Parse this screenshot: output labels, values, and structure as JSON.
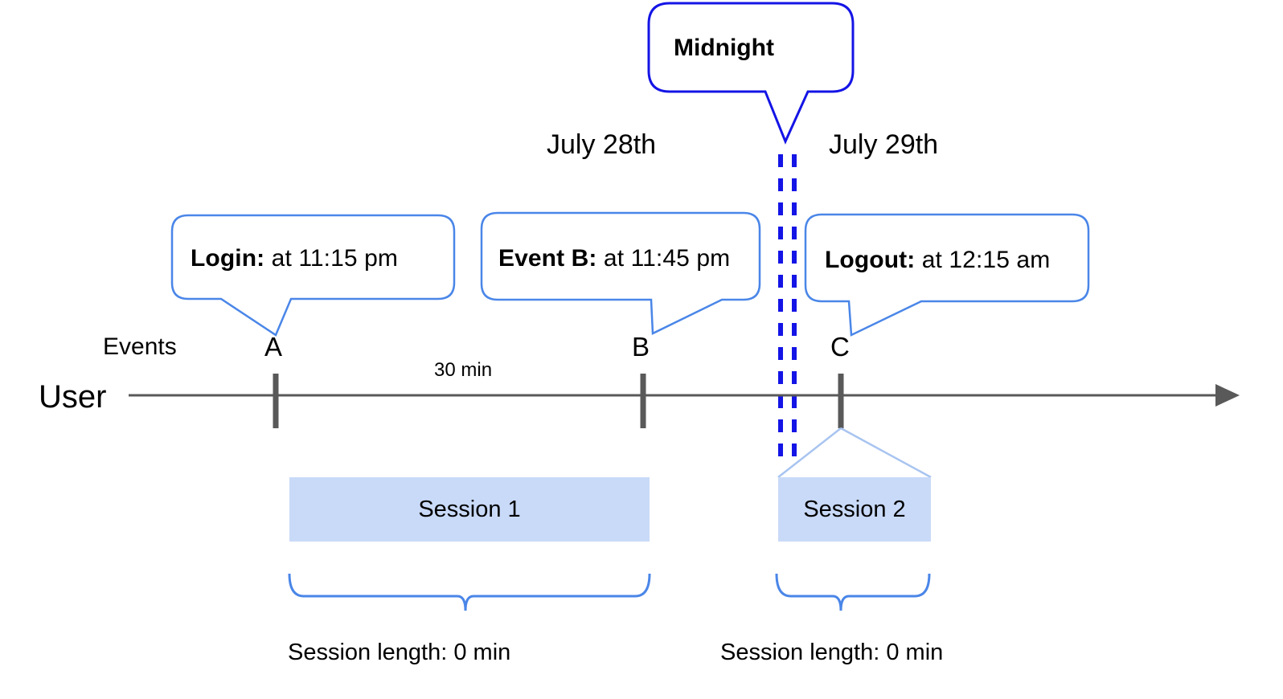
{
  "diagram": {
    "title_callout": {
      "label": "Midnight",
      "border_color": "#1414e6"
    },
    "dates": [
      {
        "label": "July 28th"
      },
      {
        "label": "July 29th"
      }
    ],
    "event_callouts": [
      {
        "bold": "Login:",
        "rest": " at 11:15 pm",
        "border_color": "#4a86e8"
      },
      {
        "bold": "Event B:",
        "rest": " at 11:45 pm",
        "border_color": "#4a86e8"
      },
      {
        "bold": "Logout:",
        "rest": " at 12:15 am",
        "border_color": "#4a86e8"
      }
    ],
    "axis": {
      "row_label": "User",
      "events_label": "Events",
      "line_color": "#595959",
      "markers": [
        {
          "label": "A"
        },
        {
          "label": "B"
        },
        {
          "label": "C"
        }
      ],
      "interval_label": "30 min"
    },
    "sessions": [
      {
        "label": "Session 1",
        "fill": "#c9daf8",
        "length_label": "Session length: 0 min"
      },
      {
        "label": "Session 2",
        "fill": "#c9daf8",
        "length_label": "Session length: 0 min"
      }
    ],
    "midnight_divider": {
      "color": "#1414e6",
      "style": "dashed-double"
    }
  }
}
